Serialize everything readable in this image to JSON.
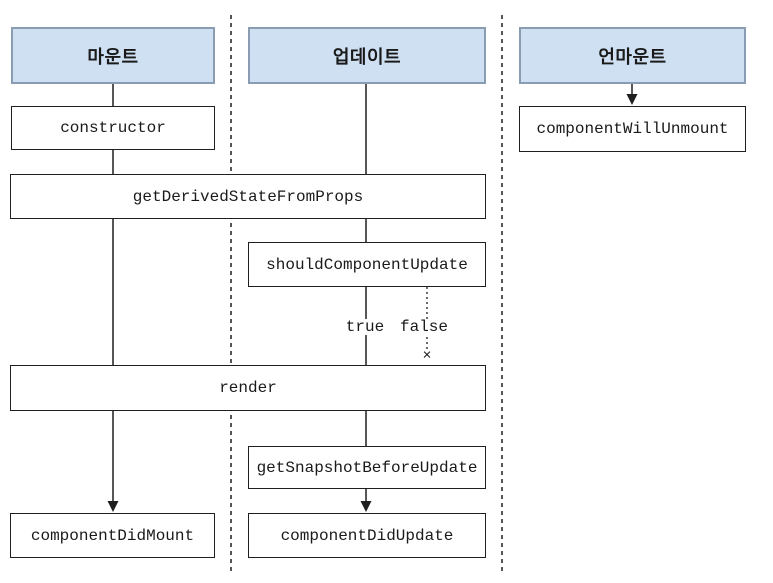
{
  "diagram": {
    "columns": [
      {
        "id": "mount",
        "header": "마운트"
      },
      {
        "id": "update",
        "header": "업데이트"
      },
      {
        "id": "unmount",
        "header": "언마운트"
      }
    ],
    "nodes": {
      "ctor_label": "constructor",
      "gdsfp_label": "getDerivedStateFromProps",
      "scu_label": "shouldComponentUpdate",
      "render_label": "render",
      "gsbu_label": "getSnapshotBeforeUpdate",
      "cdm_label": "componentDidMount",
      "cdu_label": "componentDidUpdate",
      "cwu_label": "componentWillUnmount"
    },
    "branch": {
      "true_label": "true",
      "false_label": "false",
      "terminate_mark": "×"
    },
    "colors": {
      "header_fill": "#cfe0f3",
      "header_border": "#8a9cb2",
      "node_fill": "#ffffff",
      "node_border": "#1f1f1f",
      "line_color": "#1f1f1f",
      "canvas_bg": "#ffffff",
      "text_color": "#1a1a1a"
    }
  }
}
